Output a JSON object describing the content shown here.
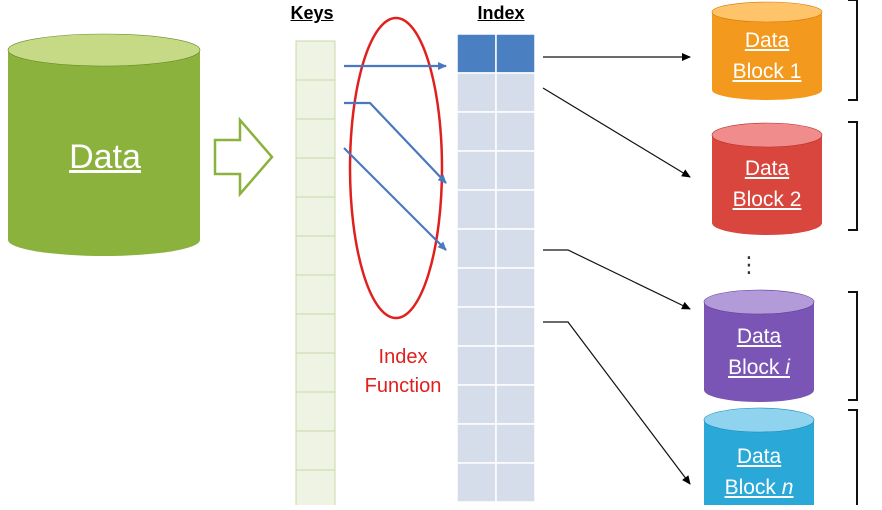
{
  "source": {
    "label": "Data",
    "color_top": "#c6da86",
    "color_body": "#8cb23e",
    "color_dark": "#6a8c28"
  },
  "keys_column": {
    "header": "Keys",
    "row_count": 12,
    "fill": "#eef3e3",
    "stroke": "#c8d8a8"
  },
  "index_column": {
    "header": "Index",
    "row_count": 12,
    "active_row": 0,
    "active_fill": "#4a7fc1",
    "fill": "#d5dcea",
    "stroke": "#ffffff"
  },
  "index_function": {
    "line1": "Index",
    "line2": "Function",
    "color": "#e0201e"
  },
  "key_arrows": [
    {
      "from_key_row": 0,
      "to_index_row": 0
    },
    {
      "from_key_row": 1,
      "to_index_row": 3
    },
    {
      "from_key_row": 2,
      "to_index_row": 5
    }
  ],
  "block_arrows": [
    {
      "from_index_row": 0,
      "to_block": 0
    },
    {
      "from_index_row": 1,
      "to_block": 1
    },
    {
      "from_index_row": 5,
      "to_block": 2
    },
    {
      "from_index_row": 7,
      "to_block": 3
    }
  ],
  "ellipsis": "⋮",
  "blocks": [
    {
      "line1": "Data",
      "line2": "Block 1",
      "suffix": "",
      "top": "#ffc36a",
      "body": "#f39a1e",
      "dark": "#d07a0a"
    },
    {
      "line1": "Data",
      "line2": "Block 2",
      "suffix": "",
      "top": "#f08c8c",
      "body": "#d9463e",
      "dark": "#b32e28"
    },
    {
      "line1": "Data",
      "line2": "Block ",
      "suffix": "i",
      "top": "#b39ad8",
      "body": "#7b55b5",
      "dark": "#5e3c95"
    },
    {
      "line1": "Data",
      "line2": "Block ",
      "suffix": "n",
      "top": "#8fd3ef",
      "body": "#2aa8d8",
      "dark": "#1a88b8"
    }
  ]
}
